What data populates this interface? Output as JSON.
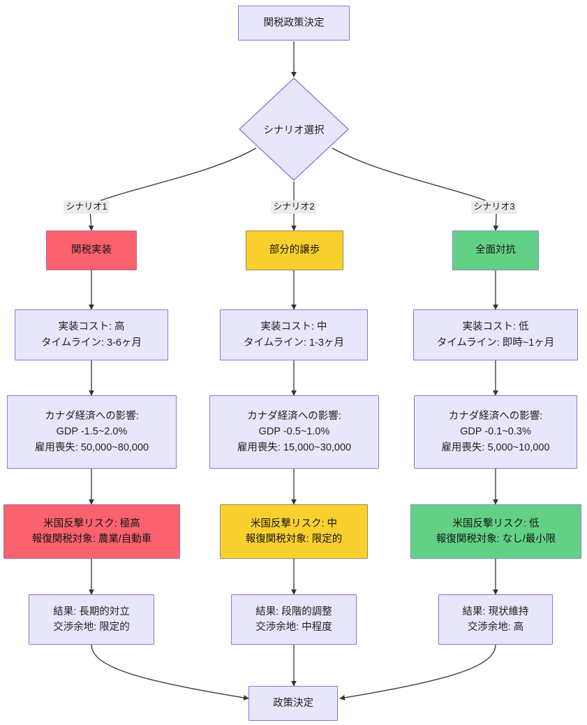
{
  "diagram": {
    "type": "flowchart",
    "direction": "top-down",
    "title_node": "関税政策決定",
    "decision_node": "シナリオ選択",
    "final_node": "政策決定",
    "colors": {
      "default_fill": "#e8e6fb",
      "default_stroke": "#9370db",
      "red_fill": "#fa626e",
      "yellow_fill": "#fad02e",
      "green_fill": "#62d186",
      "edge_stroke": "#333333",
      "edge_label_bg": "#ebebeb"
    },
    "edge_labels": [
      "シナリオ1",
      "シナリオ2",
      "シナリオ3"
    ],
    "columns": [
      {
        "id": "scenario1",
        "edge_label": "シナリオ1",
        "scenario": {
          "label": "関税実装",
          "style": "red"
        },
        "cost": {
          "lines": [
            "実装コスト: 高",
            "タイムライン: 3-6ヶ月"
          ],
          "style": "default"
        },
        "impact": {
          "lines": [
            "カナダ経済への影響:",
            "GDP -1.5~2.0%",
            "雇用喪失: 50,000~80,000"
          ],
          "style": "default"
        },
        "risk": {
          "lines": [
            "米国反撃リスク: 極高",
            "報復関税対象: 農業/自動車"
          ],
          "style": "red"
        },
        "result": {
          "lines": [
            "結果: 長期的対立",
            "交渉余地: 限定的"
          ],
          "style": "default"
        }
      },
      {
        "id": "scenario2",
        "edge_label": "シナリオ2",
        "scenario": {
          "label": "部分的譲歩",
          "style": "yellow"
        },
        "cost": {
          "lines": [
            "実装コスト: 中",
            "タイムライン: 1-3ヶ月"
          ],
          "style": "default"
        },
        "impact": {
          "lines": [
            "カナダ経済への影響:",
            "GDP -0.5~1.0%",
            "雇用喪失: 15,000~30,000"
          ],
          "style": "default"
        },
        "risk": {
          "lines": [
            "米国反撃リスク: 中",
            "報復関税対象: 限定的"
          ],
          "style": "yellow"
        },
        "result": {
          "lines": [
            "結果: 段階的調整",
            "交渉余地: 中程度"
          ],
          "style": "default"
        }
      },
      {
        "id": "scenario3",
        "edge_label": "シナリオ3",
        "scenario": {
          "label": "全面対抗",
          "style": "green"
        },
        "cost": {
          "lines": [
            "実装コスト: 低",
            "タイムライン: 即時~1ヶ月"
          ],
          "style": "default"
        },
        "impact": {
          "lines": [
            "カナダ経済への影響:",
            "GDP -0.1~0.3%",
            "雇用喪失: 5,000~10,000"
          ],
          "style": "default"
        },
        "risk": {
          "lines": [
            "米国反撃リスク: 低",
            "報復関税対象: なし/最小限"
          ],
          "style": "green"
        },
        "result": {
          "lines": [
            "結果: 現状維持",
            "交渉余地: 高"
          ],
          "style": "default"
        }
      }
    ]
  }
}
